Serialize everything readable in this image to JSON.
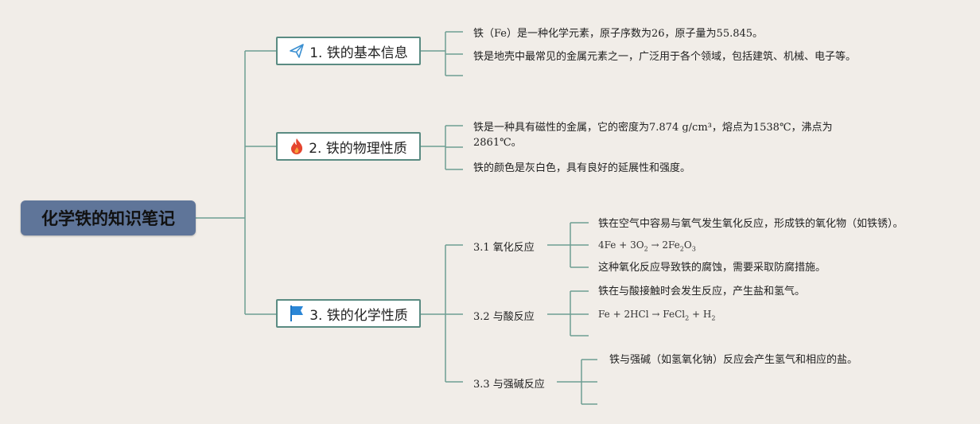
{
  "root": {
    "title": "化学铁的知识笔记"
  },
  "branches": [
    {
      "label": "1. 铁的基本信息",
      "icon": "paper-plane-icon",
      "notes": [
        "铁（Fe）是一种化学元素，原子序数为26，原子量为55.845。",
        "铁是地壳中最常见的金属元素之一，广泛用于各个领域，包括建筑、机械、电子等。"
      ]
    },
    {
      "label": "2. 铁的物理性质",
      "icon": "fire-icon",
      "notes": [
        "铁是一种具有磁性的金属，它的密度为7.874 g/cm³，熔点为1538℃，沸点为2861℃。",
        "铁的颜色是灰白色，具有良好的延展性和强度。"
      ]
    },
    {
      "label": "3. 铁的化学性质",
      "icon": "flag-icon",
      "subtopics": [
        {
          "label": "3.1 氧化反应",
          "notes": [
            "铁在空气中容易与氧气发生氧化反应，形成铁的氧化物（如铁锈）。",
            "这种氧化反应导致铁的腐蚀，需要采取防腐措施。"
          ],
          "equation": {
            "lhs": "4Fe + 3O",
            "lhs_sub": "2",
            "arrow": "→",
            "rhs": "2Fe",
            "rhs_sub1": "2",
            "rhs_mid": "O",
            "rhs_sub2": "3"
          }
        },
        {
          "label": "3.2 与酸反应",
          "notes": [
            "铁在与酸接触时会发生反应，产生盐和氢气。"
          ],
          "equation": {
            "lhs": "Fe + 2HCl",
            "arrow": "→",
            "rhs": "FeCl",
            "rhs_sub1": "2",
            "rhs_mid": " + H",
            "rhs_sub2": "2"
          }
        },
        {
          "label": "3.3 与强碱反应",
          "notes": [
            "铁与强碱（如氢氧化钠）反应会产生氢气和相应的盐。"
          ]
        }
      ]
    }
  ],
  "colors": {
    "line": "#6e9e93",
    "root": "#5f7599",
    "branch_border": "#5a8b82",
    "background": "#f1ede8"
  }
}
